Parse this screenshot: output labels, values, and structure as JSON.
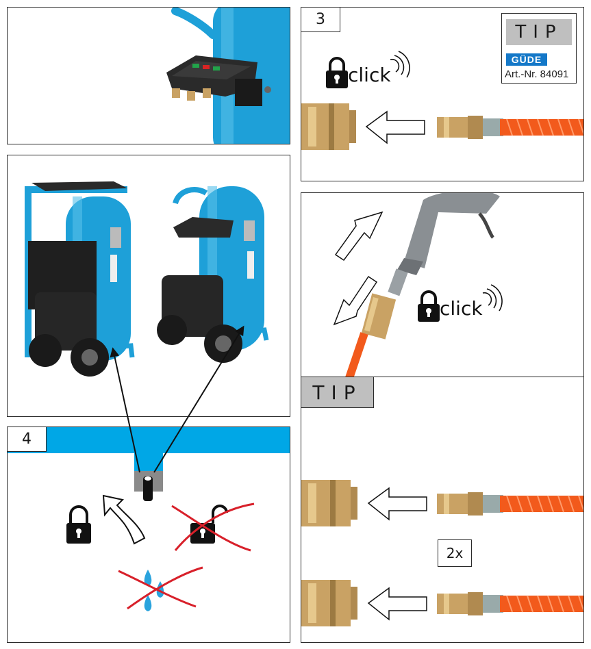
{
  "panels": {
    "step3": {
      "badge": "3"
    },
    "step4": {
      "badge": "4"
    }
  },
  "tip": {
    "header_top": "TIP",
    "header_bottom": "TIP",
    "brand": "GÜDE",
    "article": "Art.-Nr. 84091"
  },
  "labels": {
    "click_top": "click",
    "click_middle": "click",
    "count": "2x"
  },
  "colors": {
    "tank_blue": "#1ea0d8",
    "band_blue": "#00a7e6",
    "brass": "#c9a264",
    "hose_orange": "#f25a1c",
    "cross_red": "#d8202a",
    "drop_blue": "#2aa3dd",
    "tip_gray": "#bfbfbf",
    "brand_blue": "#1478c8"
  },
  "icons": [
    "lock-icon",
    "sound-waves-icon",
    "arrow-left-icon",
    "curved-arrow-icon",
    "water-drop-icon",
    "cross-icon",
    "double-arrow-icon"
  ]
}
